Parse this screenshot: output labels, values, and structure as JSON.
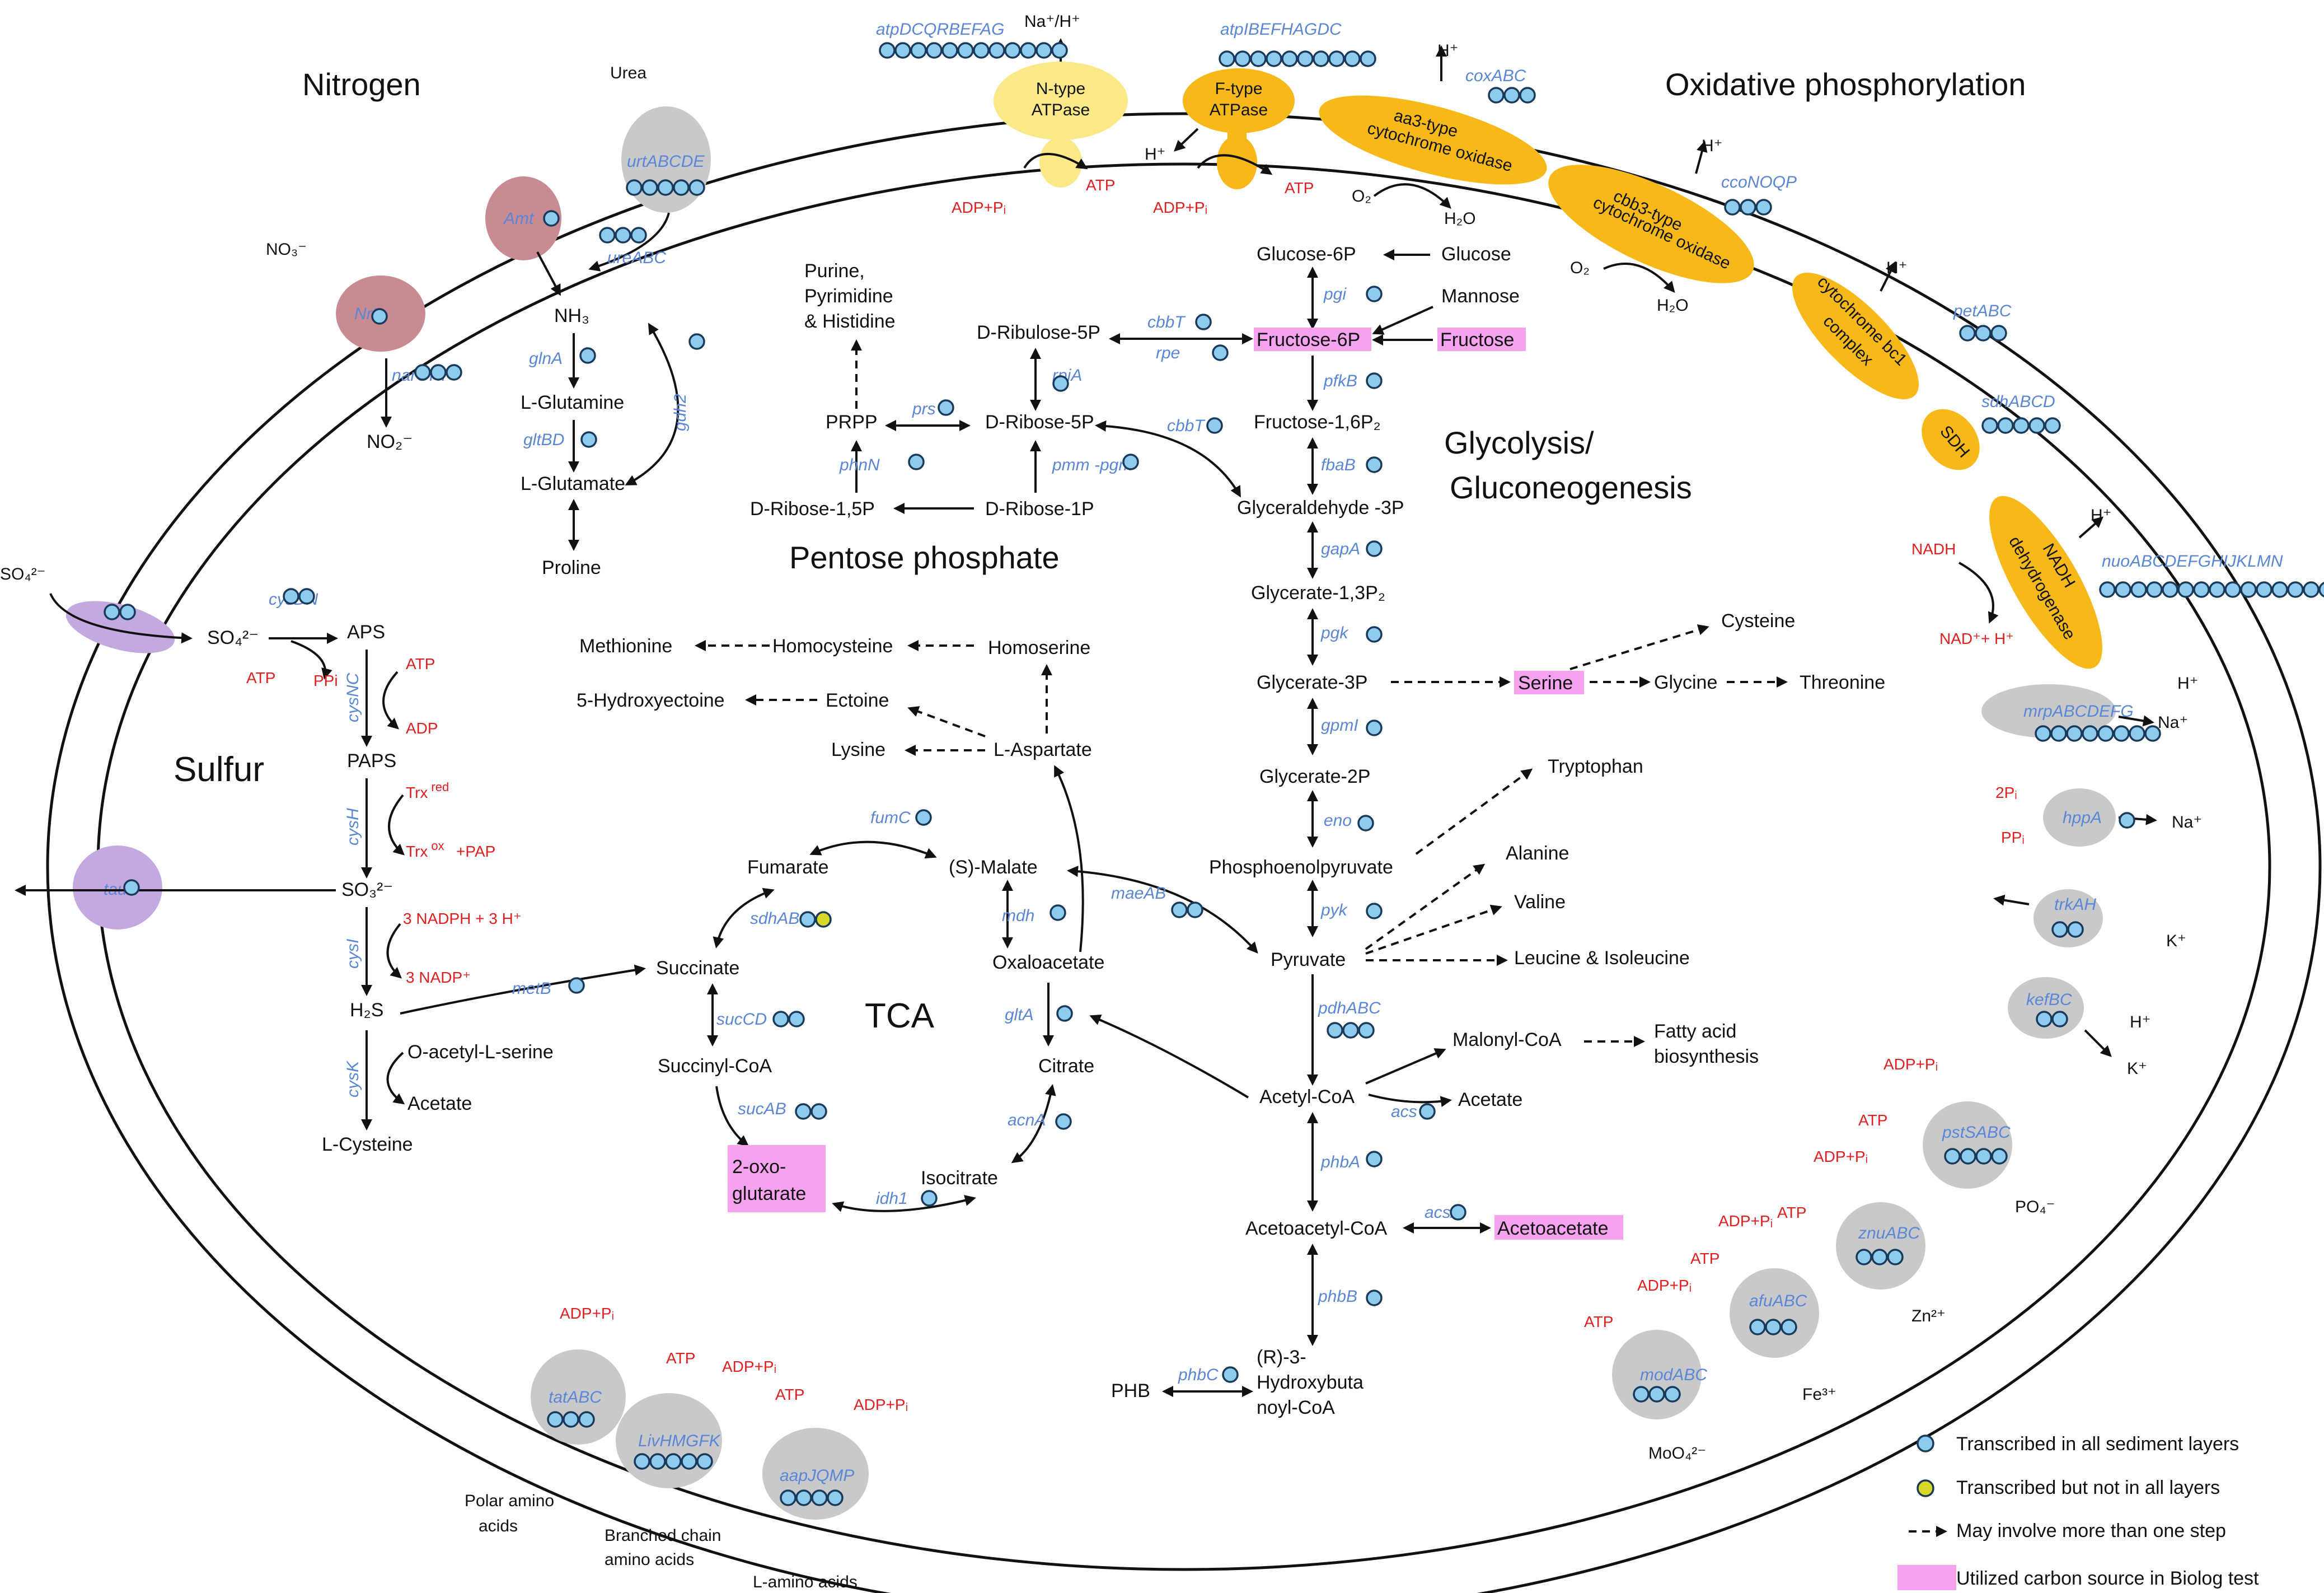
{
  "sections": {
    "nitrogen": "Nitrogen",
    "oxphos": "Oxidative phosphorylation",
    "sulfur": "Sulfur",
    "glycolysis_1": "Glycolysis/",
    "glycolysis_2": "Gluconeogenesis",
    "pentose": "Pentose phosphate",
    "tca": "TCA"
  },
  "membrane": {
    "atp_genes": "atpDCQRBEFAG",
    "ntype_1": "N-type",
    "ntype_2": "ATPase",
    "na_h": "Na⁺/H⁺",
    "adp_pi_1": "ADP+Pᵢ",
    "atp_1": "ATP",
    "atpI_genes": "atpIBEFHAGDC",
    "ftype_1": "F-type",
    "ftype_2": "ATPase",
    "h_plus_1": "H⁺",
    "adp_pi_2": "ADP+Pᵢ",
    "atp_2": "ATP",
    "h_plus_2": "H⁺",
    "cox_genes": "coxABC",
    "aa3_1": "aa3-type",
    "aa3_2": "cytochrome oxidase",
    "o2_1": "O₂",
    "h2o_1": "H₂O",
    "cco_genes": "ccoNOQP",
    "h_plus_3": "H⁺",
    "cbb3_1": "cbb3-type",
    "cbb3_2": "cytochrome oxidase",
    "o2_2": "O₂",
    "h2o_2": "H₂O",
    "h_plus_4": "H⁺",
    "bc1_1": "cytochrome bc1",
    "bc1_2": "complex",
    "pet_genes": "petABC",
    "sdh_genes": "sdhABCD",
    "sdh": "SDH",
    "nadh_1": "NADH",
    "nadh_2": "dehydrogenase",
    "h_plus_5": "H⁺",
    "nadh": "NADH",
    "nad_h": "NAD⁺+ H⁺",
    "nuo_genes": "nuoABCDEFGHIJKLMN",
    "mrp_genes": "mrpABCDEFG",
    "h_plus_6": "H⁺",
    "na_1": "Na⁺",
    "hpp_genes": "hppA",
    "two_ppi": "2Pᵢ",
    "ppi_2": "PPᵢ",
    "na_2": "Na⁺",
    "trk_genes": "trkAH",
    "k_1": "K⁺",
    "kef_genes": "kefBC",
    "h_plus_7": "H⁺",
    "k_2": "K⁺",
    "pst_genes": "pstSABC",
    "po4": "PO₄⁻",
    "adp_pi_3": "ADP+Pᵢ",
    "atp_3": "ATP",
    "znu_genes": "znuABC",
    "zn": "Zn²⁺",
    "adp_pi_4": "ADP+Pᵢ",
    "atp_4": "ATP",
    "afu_genes": "afuABC",
    "fe": "Fe³⁺",
    "adp_pi_5": "ADP+Pᵢ",
    "atp_5": "ATP",
    "mod_genes": "modABC",
    "moo4": "MoO₄²⁻",
    "adp_pi_6": "ADP+Pᵢ",
    "atp_6": "ATP",
    "aap_genes": "aapJQMP",
    "l_amino": "L-amino acids",
    "adp_pi_7": "ADP+Pᵢ",
    "atp_7": "ATP",
    "liv_genes": "LivHMGFK",
    "branched_1": "Branched chain",
    "branched_2": "amino acids",
    "adp_pi_8": "ADP+Pᵢ",
    "atp_8": "ATP",
    "tat_genes": "tatABC",
    "polar_1": "Polar amino",
    "polar_2": "acids",
    "taue": "tauE",
    "so4_out": "SO₄²⁻",
    "urea": "Urea",
    "urt_genes": "urtABCDE",
    "amt": "Amt",
    "no3": "NO₃⁻",
    "nrt": "Nrt"
  },
  "nitrogen": {
    "ure_genes": "ureABC",
    "nh3": "NH₃",
    "glnA": "glnA",
    "gdh2": "gdh2",
    "glutamine": "L-Glutamine",
    "gltBD": "gltBD",
    "glutamate": "L-Glutamate",
    "proline": "Proline",
    "narGHI": "narGHI",
    "no2": "NO₂⁻"
  },
  "sulfur": {
    "so4_in": "SO₄²⁻",
    "cysDN": "cysDN",
    "aps": "APS",
    "atp_a": "ATP",
    "ppi": "PPi",
    "cysNC": "cysNC",
    "atp_b": "ATP",
    "adp": "ADP",
    "paps": "PAPS",
    "cysH": "cysH",
    "trx_red": "Trx",
    "trx_red_sup": "red",
    "trx_ox": "Trx",
    "trx_ox_sup": "ox",
    "pap": "+PAP",
    "so3": "SO₃²⁻",
    "cysI": "cysI",
    "nadph": "3 NADPH  + 3 H⁺",
    "nadp": "3 NADP⁺",
    "h2s": "H₂S",
    "metB": "metB",
    "cysK": "cysK",
    "oas": "O-acetyl-L-serine",
    "acetate": "Acetate",
    "cysteine": "L-Cysteine"
  },
  "pentose": {
    "purine_1": "Purine,",
    "purine_2": "Pyrimidine",
    "purine_3": "& Histidine",
    "ribulose": "D-Ribulose-5P",
    "cbbT_1": "cbbT",
    "rpe": "rpe",
    "rpiA": "rpiA",
    "prs": "prs",
    "prpp": "PRPP",
    "ribose5p": "D-Ribose-5P",
    "cbbT_2": "cbbT",
    "phnN": "phnN",
    "pmm": "pmm -pgm",
    "ribose15p": "D-Ribose-1,5P",
    "ribose1p": "D-Ribose-1P"
  },
  "glycolysis": {
    "glucose6p": "Glucose-6P",
    "glucose": "Glucose",
    "pgi": "pgi",
    "mannose": "Mannose",
    "fructose6p": "Fructose-6P",
    "fructose": "Fructose",
    "pfkB": "pfkB",
    "f16p": "Fructose-1,6P₂",
    "fbaB": "fbaB",
    "g3p": "Glyceraldehyde -3P",
    "gapA": "gapA",
    "g13p": "Glycerate-1,3P₂",
    "pgk": "pgk",
    "g3pa": "Glycerate-3P",
    "serine": "Serine",
    "cysteine": "Cysteine",
    "glycine": "Glycine",
    "threonine": "Threonine",
    "gpmI": "gpmI",
    "g2p": "Glycerate-2P",
    "tryptophan": "Tryptophan",
    "eno": "eno",
    "pep": "Phosphoenolpyruvate",
    "alanine": "Alanine",
    "valine": "Valine",
    "pyk": "pyk",
    "pyruvate": "Pyruvate",
    "leucine": "Leucine & Isoleucine",
    "pdhABC": "pdhABC",
    "malonyl": "Malonyl-CoA",
    "fatty_1": "Fatty acid",
    "fatty_2": "biosynthesis",
    "acetylcoa": "Acetyl-CoA",
    "acs": "acs",
    "acetate": "Acetate",
    "phbA": "phbA",
    "acsA": "acsA",
    "acetoacetylcoa": "Acetoacetyl-CoA",
    "acetoacetate": "Acetoacetate",
    "phbB": "phbB",
    "hb_1": "(R)-3-",
    "hb_2": "Hydroxybuta",
    "hb_3": "noyl-CoA",
    "phbC": "phbC",
    "phb": "PHB"
  },
  "amino": {
    "methionine": "Methionine",
    "homocysteine": "Homocysteine",
    "homoserine": "Homoserine",
    "hydroxyectoine": "5-Hydroxyectoine",
    "ectoine": "Ectoine",
    "lysine": "Lysine",
    "aspartate": "L-Aspartate"
  },
  "tca": {
    "fumC": "fumC",
    "fumarate": "Fumarate",
    "malate": "(S)-Malate",
    "sdhAB": "sdhAB",
    "mdh": "mdh",
    "maeAB": "maeAB",
    "succinate": "Succinate",
    "oxaloacetate": "Oxaloacetate",
    "sucCD": "sucCD",
    "gltA": "gltA",
    "succinylcoa": "Succinyl-CoA",
    "citrate": "Citrate",
    "sucAB": "sucAB",
    "acnA": "acnA",
    "oxo_1": "2-oxo-",
    "oxo_2": "glutarate",
    "idh1": "idh1",
    "isocitrate": "Isocitrate"
  },
  "legend": {
    "all_layers": "Transcribed in all sediment layers",
    "not_all": "Transcribed but not in all layers",
    "multi_step": "May involve more than one step",
    "biolog": "Utilized carbon source in Biolog test"
  },
  "colors": {
    "gene_text": "#5b86d6",
    "cofactor_text": "#e02020",
    "dot_fill": "#8ecbee",
    "dot_yellow": "#d6d82a",
    "membrane_orange": "#f7b81a",
    "membrane_light_yellow": "#fbe888",
    "transporter_gray": "#c7c9cb",
    "nitrate_pink": "#c98b93",
    "sulfate_purple": "#c4a8e0",
    "biolog_pink": "#f6a3ef"
  }
}
